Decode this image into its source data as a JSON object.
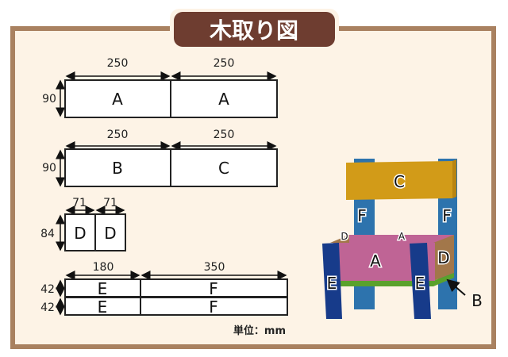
{
  "title": "木取り図",
  "colors": {
    "frame": "#a98160",
    "background": "#fdf3e6",
    "title_bg": "#6e3d30",
    "A": "#bf6495",
    "B": "#5aa12c",
    "C": "#d29b18",
    "D": "#a2774a",
    "E": "#173b8a",
    "F": "#2d73ad"
  },
  "boards": [
    {
      "height": "90",
      "widths": [
        "250",
        "250"
      ],
      "parts": [
        "A",
        "A"
      ]
    },
    {
      "height": "90",
      "widths": [
        "250",
        "250"
      ],
      "parts": [
        "B",
        "C"
      ]
    },
    {
      "height": "84",
      "widths": [
        "71",
        "71"
      ],
      "parts": [
        "D",
        "D"
      ]
    },
    {
      "heights": [
        "42",
        "42"
      ],
      "widths": [
        "180",
        "350"
      ],
      "parts": [
        [
          "E",
          "F"
        ],
        [
          "E",
          "F"
        ]
      ]
    }
  ],
  "unit": "単位：mm",
  "chair": {
    "C": "C",
    "F_left": "F",
    "F_right": "F",
    "D_top": "D",
    "A_top": "A",
    "A_front": "A",
    "D_side": "D",
    "E_left": "E",
    "E_right": "E",
    "B_callout": "B"
  }
}
